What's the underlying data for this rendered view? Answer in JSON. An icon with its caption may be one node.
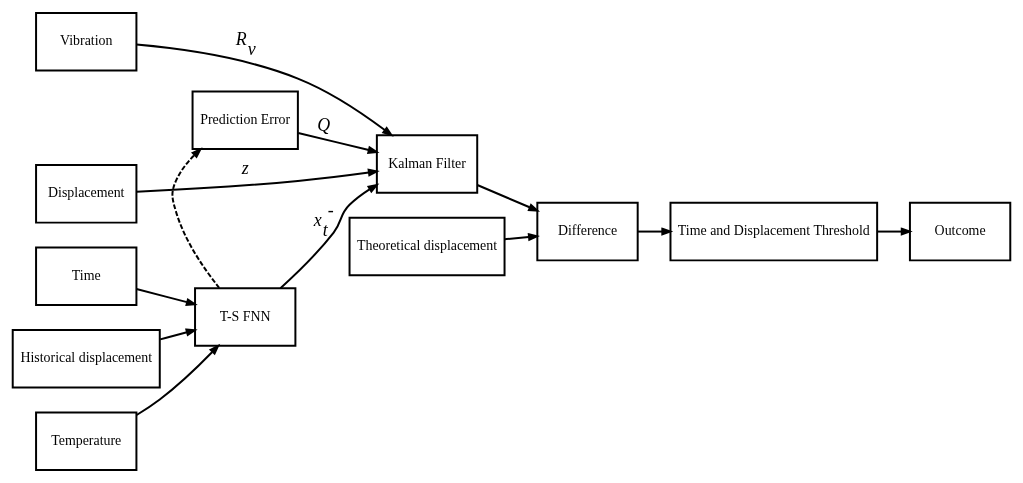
{
  "diagram": {
    "nodes": [
      {
        "text": [
          "Time"
        ]
      },
      {
        "text": [
          "Historical displacement"
        ]
      },
      {
        "text": [
          "Temperature"
        ]
      },
      {
        "text": [
          "T-S FNN"
        ]
      },
      {
        "text": [
          "Prediction Error"
        ]
      },
      {
        "text": [
          "Theoretical displacement"
        ]
      },
      {
        "text": [
          "Kalman Filter"
        ]
      },
      {
        "text": [
          "Difference"
        ]
      },
      {
        "text": [
          "Time and Displacement Threshold"
        ]
      },
      {
        "text": [
          "Outcome"
        ]
      },
      {
        "text": [
          "Vibration"
        ]
      },
      {
        "text": [
          "Displacement"
        ]
      }
    ],
    "edges": [
      {
        "from": 0,
        "to": 3,
        "arrow": "to"
      },
      {
        "from": 1,
        "to": 3,
        "arrow": "to"
      },
      {
        "from": 2,
        "to": 3,
        "arrow": "to"
      },
      {
        "from": 3,
        "to": 4,
        "arrow": "to",
        "style": "dashed"
      },
      {
        "from": 3,
        "to": 6,
        "arrow": "to",
        "label": "x$_{t}$$^{-}$"
      },
      {
        "from": 4,
        "to": 6,
        "arrow": "to",
        "label": "Q"
      },
      {
        "from": 5,
        "to": 7,
        "arrow": "to"
      },
      {
        "from": 6,
        "to": 7,
        "arrow": "to"
      },
      {
        "from": 7,
        "to": 8,
        "arrow": "to"
      },
      {
        "from": 8,
        "to": 9,
        "arrow": "to"
      },
      {
        "from": 10,
        "to": 6,
        "arrow": "to",
        "label": "R$_{v}$"
      },
      {
        "from": 11,
        "to": 6,
        "arrow": "to",
        "label": "z"
      }
    ]
  }
}
